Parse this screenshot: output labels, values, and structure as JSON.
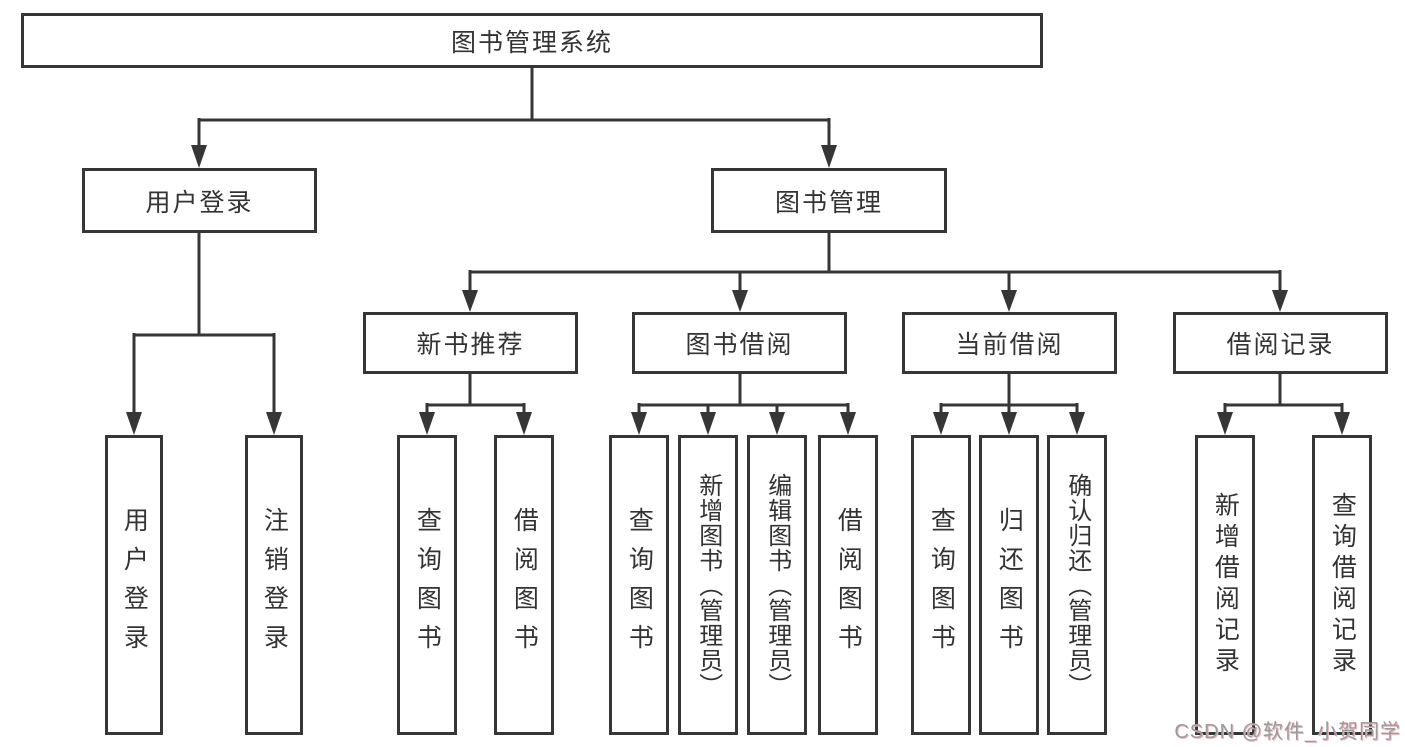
{
  "diagram": {
    "root": {
      "label": "图书管理系统"
    },
    "branches": [
      {
        "label": "用户登录",
        "children": [
          {
            "label": "用户登录"
          },
          {
            "label": "注销登录"
          }
        ]
      },
      {
        "label": "图书管理",
        "children": [
          {
            "label": "新书推荐",
            "children": [
              {
                "label": "查询图书"
              },
              {
                "label": "借阅图书"
              }
            ]
          },
          {
            "label": "图书借阅",
            "children": [
              {
                "label": "查询图书"
              },
              {
                "label": "新增图书（管理员）"
              },
              {
                "label": "编辑图书（管理员）"
              },
              {
                "label": "借阅图书"
              }
            ]
          },
          {
            "label": "当前借阅",
            "children": [
              {
                "label": "查询图书"
              },
              {
                "label": "归还图书"
              },
              {
                "label": "确认归还（管理员）"
              }
            ]
          },
          {
            "label": "借阅记录",
            "children": [
              {
                "label": "新增借阅记录"
              },
              {
                "label": "查询借阅记录"
              }
            ]
          }
        ]
      }
    ]
  },
  "watermark": {
    "text": "CSDN @软件_小贺同学"
  },
  "colors": {
    "line": "#363636",
    "text": "#333333",
    "watermark": "#9b9b9b"
  }
}
